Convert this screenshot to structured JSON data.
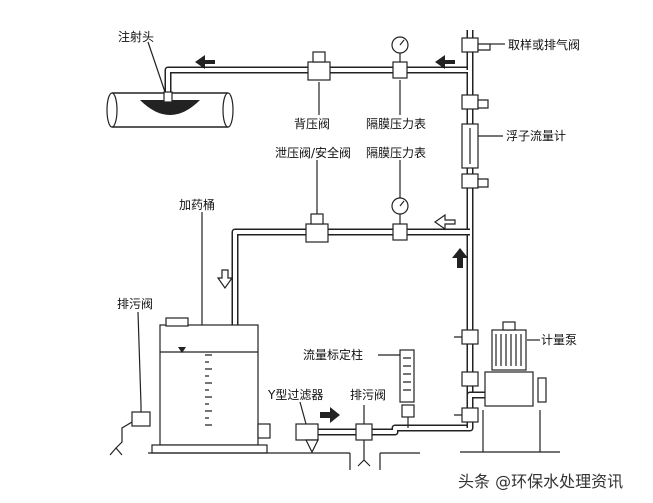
{
  "labels": {
    "injector": "注射头",
    "back_pressure_valve": "背压阀",
    "diaphragm_gauge_top": "隔膜压力表",
    "sampling_vent_valve": "取样或排气阀",
    "float_flowmeter": "浮子流量计",
    "relief_safety_valve": "泄压阀/安全阀",
    "diaphragm_gauge_mid": "隔膜压力表",
    "dosing_tank": "加药桶",
    "drain_valve_left": "排污阀",
    "calibration_column": "流量标定柱",
    "metering_pump": "计量泵",
    "y_strainer": "Y型过滤器",
    "drain_valve_bottom": "排污阀"
  },
  "watermark": "头条 @环保水处理资讯"
}
